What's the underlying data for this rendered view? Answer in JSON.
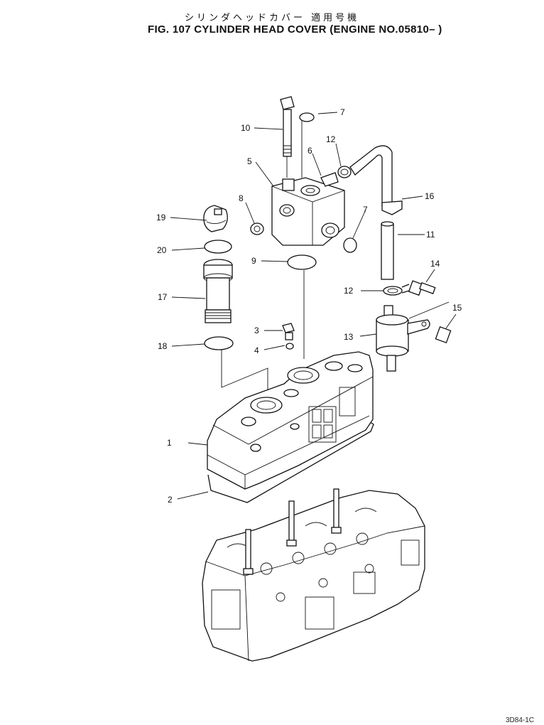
{
  "title": {
    "japanese": "シリンダヘッドカバー 適用号機",
    "english": "FIG. 107 CYLINDER HEAD COVER (ENGINE NO.05810– )"
  },
  "drawing_code": "3D84-1C",
  "callouts": [
    {
      "id": "c1",
      "label": "1"
    },
    {
      "id": "c2",
      "label": "2"
    },
    {
      "id": "c3",
      "label": "3"
    },
    {
      "id": "c4",
      "label": "4"
    },
    {
      "id": "c5",
      "label": "5"
    },
    {
      "id": "c6",
      "label": "6"
    },
    {
      "id": "c7a",
      "label": "7"
    },
    {
      "id": "c7b",
      "label": "7"
    },
    {
      "id": "c8",
      "label": "8"
    },
    {
      "id": "c9",
      "label": "9"
    },
    {
      "id": "c10",
      "label": "10"
    },
    {
      "id": "c11",
      "label": "11"
    },
    {
      "id": "c12a",
      "label": "12"
    },
    {
      "id": "c12b",
      "label": "12"
    },
    {
      "id": "c13",
      "label": "13"
    },
    {
      "id": "c14",
      "label": "14"
    },
    {
      "id": "c15",
      "label": "15"
    },
    {
      "id": "c16",
      "label": "16"
    },
    {
      "id": "c17",
      "label": "17"
    },
    {
      "id": "c18",
      "label": "18"
    },
    {
      "id": "c19",
      "label": "19"
    },
    {
      "id": "c20",
      "label": "20"
    }
  ]
}
